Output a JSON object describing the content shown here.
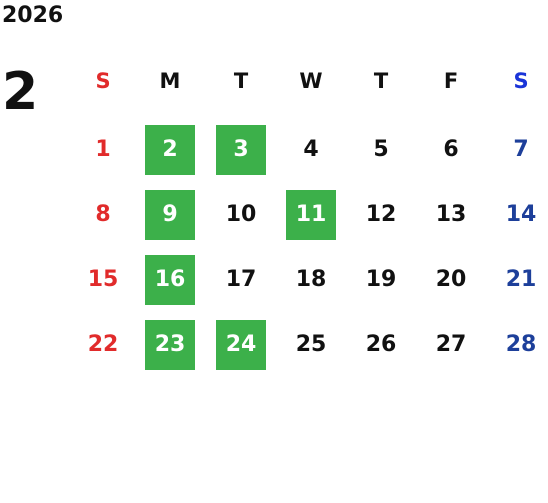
{
  "year": "2026",
  "month": "2",
  "weekdays": [
    "S",
    "M",
    "T",
    "W",
    "T",
    "F",
    "S"
  ],
  "colors": {
    "sunday": "#e12b2b",
    "saturday": "#1d3f9a",
    "saturday_header": "#1a34d8",
    "weekday": "#111111",
    "highlight_bg": "#3cb04a",
    "highlight_text": "#ffffff"
  },
  "weeks": [
    [
      "1",
      "2",
      "3",
      "4",
      "5",
      "6",
      "7"
    ],
    [
      "8",
      "9",
      "10",
      "11",
      "12",
      "13",
      "14"
    ],
    [
      "15",
      "16",
      "17",
      "18",
      "19",
      "20",
      "21"
    ],
    [
      "22",
      "23",
      "24",
      "25",
      "26",
      "27",
      "28"
    ]
  ],
  "highlighted_days": [
    "2",
    "3",
    "9",
    "11",
    "16",
    "23",
    "24"
  ]
}
